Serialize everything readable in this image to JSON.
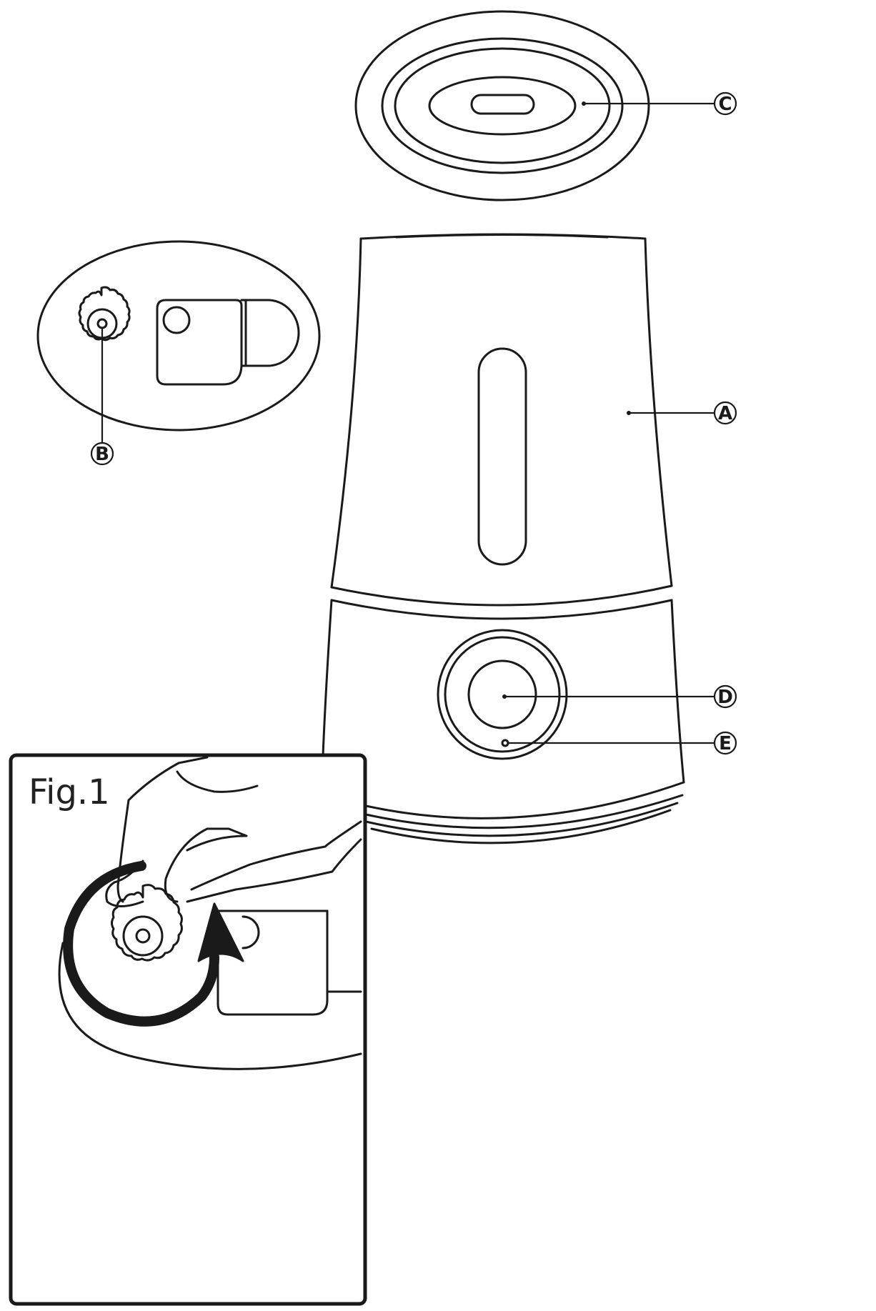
{
  "figure_label": "Fig.1",
  "callouts": {
    "a": "A",
    "b": "B",
    "c": "C",
    "d": "D",
    "e": "E"
  },
  "colors": {
    "line": "#1a1a1a",
    "background": "#ffffff",
    "arrow": "#1a1a1a"
  }
}
